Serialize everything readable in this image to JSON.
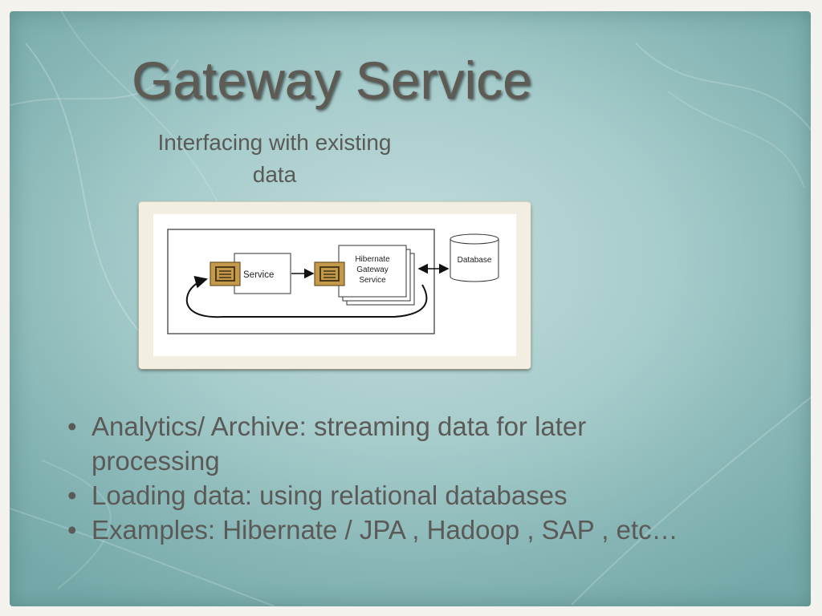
{
  "slide": {
    "title": "Gateway Service",
    "subtitle_line1": "Interfacing with  existing",
    "subtitle_line2": "data"
  },
  "diagram": {
    "service_label": "Service",
    "gateway_label_line1": "Hibernate",
    "gateway_label_line2": "Gateway",
    "gateway_label_line3": "Service",
    "database_label": "Database"
  },
  "bullets": [
    {
      "line1": "Analytics/ Archive: streaming data for later",
      "line2": "processing"
    },
    {
      "line1": "Loading data: using relational databases"
    },
    {
      "line1": "Examples: Hibernate / JPA , Hadoop , SAP , etc…"
    }
  ],
  "colors": {
    "background": "#a6cccb",
    "title": "#5e5a54",
    "text": "#5b5a57",
    "icon_fill": "#c49a4a"
  },
  "icons": [
    "queue-icon",
    "arrow-right-icon",
    "arrow-bidirectional-icon",
    "database-icon"
  ]
}
